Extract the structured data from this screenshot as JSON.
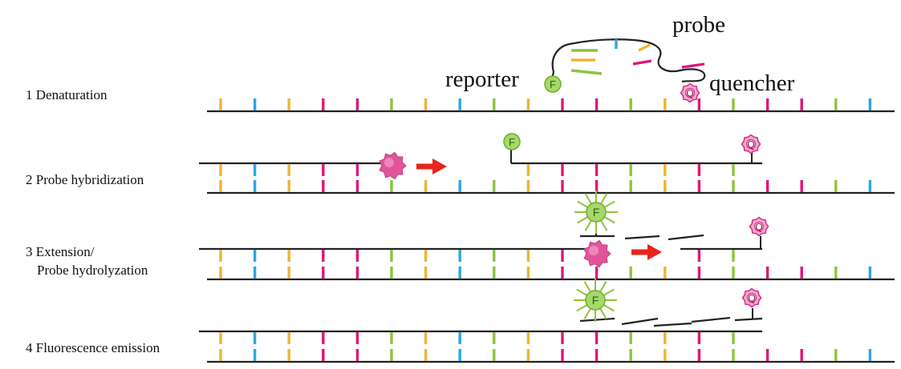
{
  "labels": {
    "stage1": "1 Denaturation",
    "stage2": "2 Probe hybridization",
    "stage3_line1": "3 Extension/",
    "stage3_line2": "Probe hydrolyzation",
    "stage4": "4 Fluorescence emission",
    "probe": "probe",
    "reporter": "reporter",
    "quencher": "quencher"
  },
  "glyphs": {
    "reporter_letter": "F",
    "quencher_letter": "Q"
  },
  "colors": {
    "strand": "#222222",
    "yellow": "#f2b233",
    "blue": "#2aa7e0",
    "magenta": "#e0157a",
    "green": "#8cc43d",
    "reporter_fill": "#a6d86a",
    "reporter_stroke": "#6fae2d",
    "quencher_fill": "#f4a9cf",
    "quencher_stroke": "#d62a86",
    "polymerase": "#e0559a",
    "arrow": "#e8241c"
  },
  "icons": {
    "reporter": "reporter-dye-icon",
    "quencher": "quencher-dye-icon",
    "polymerase": "polymerase-enzyme-icon",
    "arrow": "direction-arrow-icon",
    "glow": "fluorescence-glow-icon"
  }
}
